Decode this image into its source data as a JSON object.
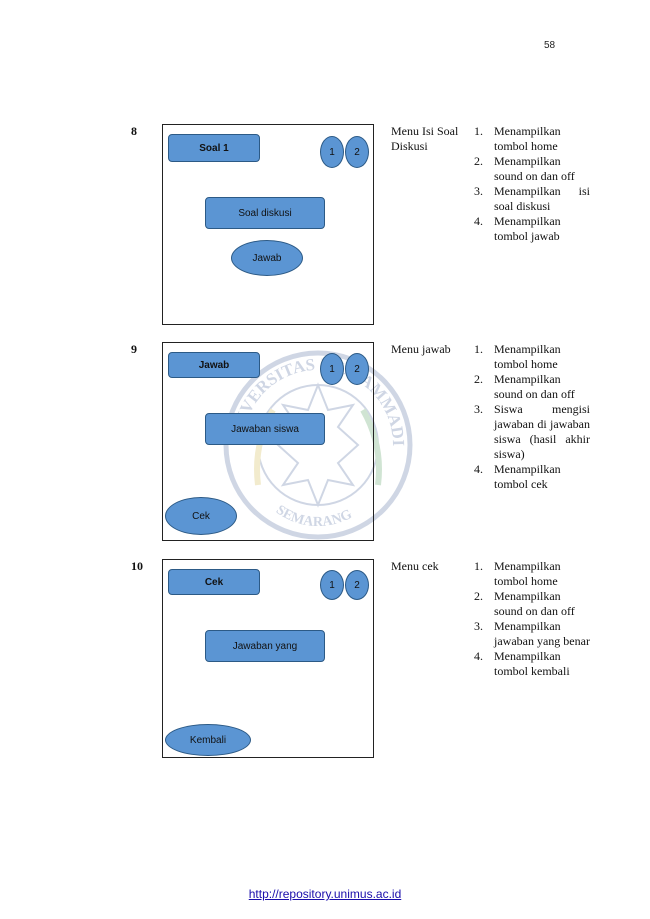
{
  "page_number": "58",
  "footer": {
    "link": "http://repository.unimus.ac.id"
  },
  "watermark": {
    "top_text": "UNIVERSITAS MUHAMMADIYAH",
    "bottom_text": "SEMARANG"
  },
  "rows": [
    {
      "number": "8",
      "header_button": "Soal 1",
      "sound_buttons": [
        "1",
        "2"
      ],
      "center_box": "Soal diskusi",
      "action_button": "Jawab",
      "menu_label": "Menu Isi Soal Diskusi",
      "descriptions": [
        {
          "num": "1.",
          "text": "Menampilkan tombol home"
        },
        {
          "num": "2.",
          "text": "Menampilkan sound on dan off"
        },
        {
          "num": "3.",
          "text": "Menampilkan isi soal diskusi"
        },
        {
          "num": "4.",
          "text": "Menampilkan tombol jawab"
        }
      ]
    },
    {
      "number": "9",
      "header_button": "Jawab",
      "sound_buttons": [
        "1",
        "2"
      ],
      "center_box": "Jawaban siswa",
      "action_button": "Cek",
      "menu_label": "Menu jawab",
      "descriptions": [
        {
          "num": "1.",
          "text": "Menampilkan tombol home"
        },
        {
          "num": "2.",
          "text": "Menampilkan sound on dan off"
        },
        {
          "num": "3.",
          "text": "Siswa mengisi jawaban di jawaban siswa (hasil akhir siswa)"
        },
        {
          "num": "4.",
          "text": "Menampilkan tombol cek"
        }
      ]
    },
    {
      "number": "10",
      "header_button": "Cek",
      "sound_buttons": [
        "1",
        "2"
      ],
      "center_box": "Jawaban yang",
      "action_button": "Kembali",
      "menu_label": "Menu cek",
      "descriptions": [
        {
          "num": "1.",
          "text": "Menampilkan tombol home"
        },
        {
          "num": "2.",
          "text": "Menampilkan sound on dan off"
        },
        {
          "num": "3.",
          "text": "Menampilkan jawaban yang benar"
        },
        {
          "num": "4.",
          "text": "Menampilkan tombol kembali"
        }
      ]
    }
  ]
}
